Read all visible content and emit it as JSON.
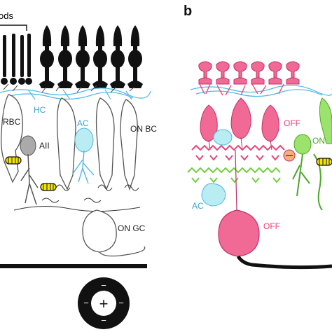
{
  "panels": {
    "a": {
      "bracket_label": "ods",
      "labels": {
        "hc": "HC",
        "rbc": "RBC",
        "aii": "AII",
        "ac": "AC",
        "on_bc": "ON BC",
        "on_gc": "ON GC"
      },
      "receptive_field": {
        "center_sign": "+",
        "surround_signs": [
          "−",
          "−",
          "−",
          "−"
        ]
      }
    },
    "b": {
      "letter": "b",
      "labels": {
        "off_top": "OFF",
        "on": "ON",
        "ac": "AC",
        "off_gc": "OFF"
      }
    }
  },
  "colors": {
    "photoreceptor": "#111111",
    "horizontal_cell": "#4fb6e6",
    "off_pathway": "#e8437a",
    "off_pathway_fill": "#f06a95",
    "on_pathway": "#6fcf3c",
    "on_pathway_fill": "#9be36d",
    "amacrine": "#b9ecf3",
    "gap_junction": "#f2e600",
    "neuron_outline": "#555555",
    "label_blue": "#3aa3d8",
    "label_red": "#e8437a"
  }
}
